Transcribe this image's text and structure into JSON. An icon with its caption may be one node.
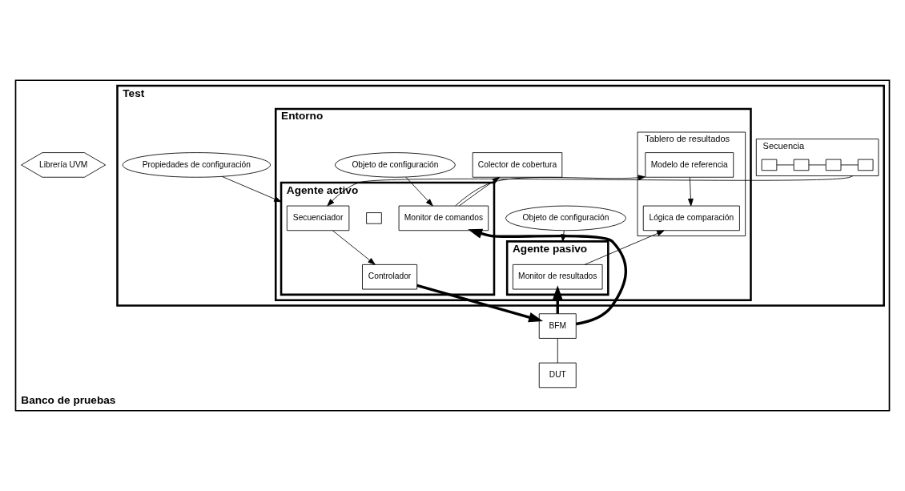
{
  "diagram": {
    "nodes": [
      {
        "text": [
          "Banco de pruebas"
        ]
      },
      {
        "text": [
          "Test"
        ],
        "in": 0
      },
      {
        "text": [
          "Secuencia"
        ],
        "in": 1
      },
      {
        "text": [],
        "shape": "box",
        "in": 2
      },
      {
        "text": [],
        "shape": "box",
        "in": 2
      },
      {
        "text": [],
        "shape": "box",
        "in": 2
      },
      {
        "text": [],
        "shape": "box",
        "in": 2
      },
      {
        "text": [
          "Propiedades de configuración"
        ],
        "in": 1
      },
      {
        "text": [
          "Entorno"
        ],
        "in": 1
      },
      {
        "text": [
          "Colector de cobertura"
        ],
        "in": 8
      },
      {
        "text": [
          "Tablero de resultados"
        ],
        "in": 8
      },
      {
        "text": [
          "Modelo de referencia"
        ],
        "in": 10
      },
      {
        "text": [
          "Lógica de comparación"
        ],
        "in": 10
      },
      {
        "text": [
          "Agente activo"
        ],
        "in": 8
      },
      {
        "text": [
          "Secuenciador"
        ],
        "in": 13
      },
      {
        "text": [],
        "shape": "box",
        "in": 13
      },
      {
        "text": [
          "Controlador"
        ],
        "in": 13
      },
      {
        "text": [
          "Monitor de comandos"
        ],
        "in": 13
      },
      {
        "text": [
          "Objeto de configuración"
        ],
        "in": 8
      },
      {
        "text": [
          "Objeto de configuración"
        ],
        "in": 8
      },
      {
        "text": [
          "Agente pasivo"
        ],
        "in": 8
      },
      {
        "text": [
          "Monitor de resultados"
        ],
        "in": 20
      },
      {
        "text": [
          "Librería UVM"
        ],
        "in": 0
      },
      {
        "text": [
          "BFM"
        ],
        "in": 0
      },
      {
        "text": [
          "DUT"
        ],
        "in": 0
      }
    ],
    "edges": [
      {
        "from": 3,
        "to": 4,
        "arrow": "none"
      },
      {
        "from": 4,
        "to": 5,
        "arrow": "none"
      },
      {
        "from": 5,
        "to": 6,
        "arrow": "none"
      },
      {
        "from": 2,
        "to": 14,
        "arrow": "to"
      },
      {
        "from": 7,
        "to": 13,
        "arrow": "to"
      },
      {
        "from": 14,
        "to": 16,
        "arrow": "to"
      },
      {
        "from": 17,
        "to": 9,
        "arrow": "to"
      },
      {
        "from": 17,
        "to": 11,
        "arrow": "to"
      },
      {
        "from": 11,
        "to": 12,
        "arrow": "to"
      },
      {
        "from": 21,
        "to": 12,
        "arrow": "to"
      },
      {
        "from": 18,
        "to": 20,
        "arrow": "to"
      },
      {
        "from": 19,
        "to": 17,
        "arrow": "to"
      },
      {
        "from": 16,
        "to": 23,
        "arrow": "to",
        "style": "thick"
      },
      {
        "from": 23,
        "to": 17,
        "arrow": "to",
        "style": "thick"
      },
      {
        "from": 23,
        "to": 21,
        "arrow": "to",
        "style": "thick"
      },
      {
        "from": 23,
        "to": 24,
        "arrow": "none"
      }
    ]
  }
}
